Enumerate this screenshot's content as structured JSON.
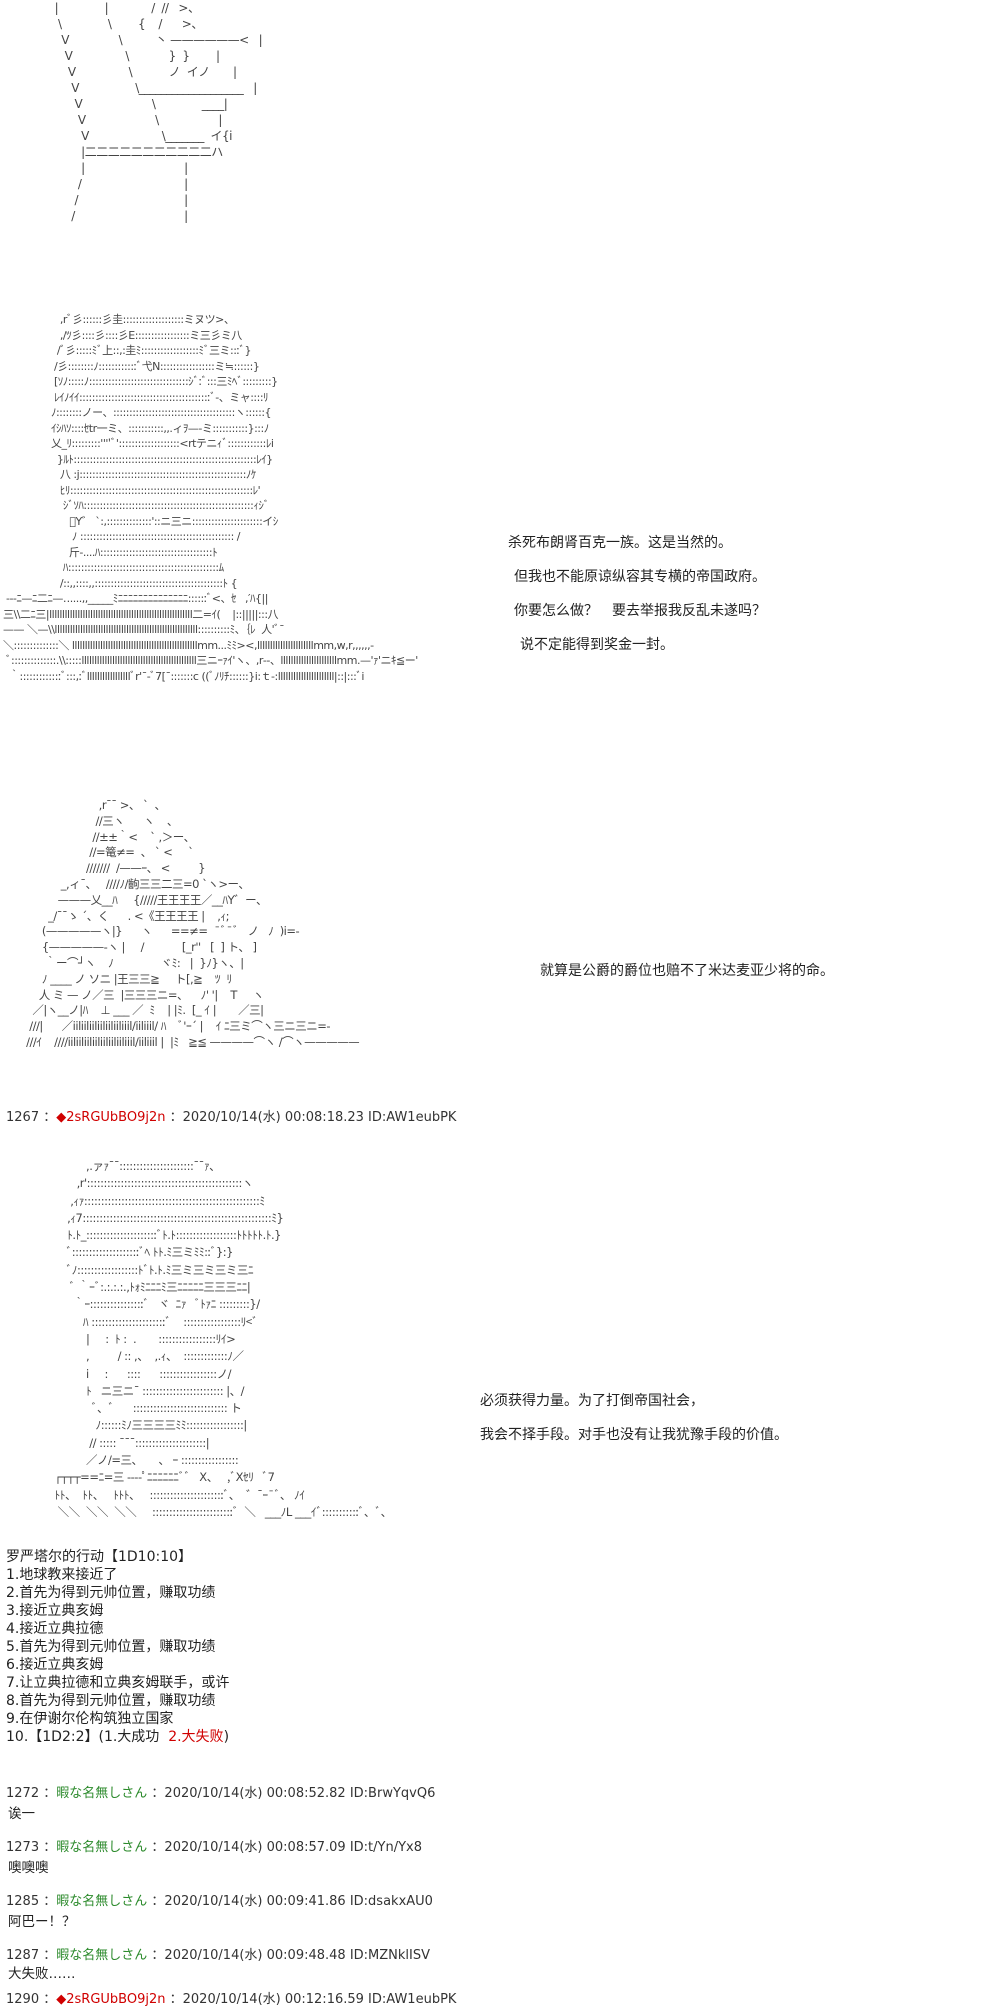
{
  "art": {
    "panel1": "  |              |             /  //   >、\n   \\              \\        {    /      >、\n    V               \\          丶 ——————<   |\n     V                \\            }  }        |\n      V                \\           ノ  イノ       |\n       V                 \\___________________   |\n        V                     \\              ____|\n         V                     \\                  |\n          V                      \\_______  イ{i\n          |二二二二二二二二二二二ハ\n          |                              |\n         /                               |\n        /                                |\n       /                                 |",
    "panel2": "                    ,rﾞ彡::::::彡圭:::::::::::::::::::ミヌツ>、\n                    ,/ﾂ彡::::彡::::彡Ε:::::::::::::::::ミ三彡ミ八\n                   /ﾞ彡:::::ﾐﾞ上::,:圭ﾐ::::::::::::::::::ﾐﾞ三ミ:::ﾞ}\n                  /彡::::::::ﾉ::::::::::::ﾞ弋Ν:::::::::::::::::ミ≒::::::}\n                  [ｿﾉ:::::ﾉ:::::::::::::::::::::::::::::::ｼﾞ:ﾞ:::三ﾐﾍﾞ:::::::::}\n                  ﾚｲﾉｲｲ:::::::::::::::::::::::::::::::::::::::::ﾞ-、ミャ::::ﾘ\n                 ﾉ::::::::ノー、::::::::::::::::::::::::::::::::::::::ヽ::::::{\n                 ｲｼﾊｿ::::ｾtr一ミ、:::::::::::,,.ィｦ—‐ミ:::::::::::}:::ﾉ\n                 乂_ﾘ:::::::::''''ﾞ':::::::::::::::::::<rtテニｨﾞ::::::::::::ﾚi\n                   }ﾙﾄ:::::::::::::::::::::::::::::::::::::::::::::::::::::::::ﾚｲ}\n                    八 :j::::::::::::::::::::::::::::::::::::::::::::::::::::ﾉｹ\n                    ﾋﾘ:::::::::::::::::::::::::::::::::::::::::::::::::::::::::ﾚ'\n                     ｼﾞｿﾊ:::::::::::::::::::::::::::::::::::::::::::::::::::::ｨｼﾞ\n                       ﾞY゛ `:,::::::::::::::'::ニ三ニ::::::::::::::::::::::イｼ\n                        ﾉ :::::::::::::::::::::::::::::::::::::::::::::::: /\n                       斤-....ﾊ:::::::::::::::::::::::::::::::::::ﾄ\n                     ﾊ:::::::::::::::::::::::::::::::::::::::::::::::ﾑ\n                    /::,,::::,,::::::::::::::::::::::::::::::::::::::::ﾄ {\n  ---ﾆ—ﾆ二ﾆ—‥....,,_____ﾐﾆﾆﾆﾆﾆﾆﾆﾆﾆﾆﾆﾆﾆﾆ::::::ﾞ<、ｾ   ,′ﾊ{||\n 三\\\\二ﾆ三|llllllllllllllllllllllllllllllllllllllllllllllllllllllll二=ｲ(    |::|||||:::八\n —— ＼—\\\\llllllllllllllllllllllllllllllllllllllllllllllllllllllll::::::::::ﾐ、｛ﾚ  人'ﾞ¯\n ＼::::::::::::::＼ lllllllllllllllllllllllllllllllllllllllllllllllllmm...ﾐﾐ><,llllllllllllllllllllllmm,w,r,,,,,,-\n  ﾞ::::::::::::::.\\\\:::::lllllllllllllllllllllllllllllllllllllllllllll三ニｰｧｲ'ヽ、,r‐-、llllllllllllllllllllllmm.—'ｧ'ニｷ≦ー'\n   ｀:::::::::::::ﾞ:::,:ﾞlllllllllllllllllﾞr'¯‐ﾞ7[¯:::::::c ((ﾞﾉﾘﾁ::::::}i:ｔ-:llllllllllllllllllllll|::|:::ﾞi",
    "panel3": "                              ,r¯¯ >、 `  、\n                             //三ヽ      ヽ    、\n                            //±±｀<    ` ,＞ー、\n                           //=篭≠=  、 ` <     `\n                          ///////  /——ｰ、 <         }\n                  _,ィ¯、   ////ﾉ/齣三三二三=0 `ヽ>ー、\n                 ———乂__ﾊ     {/////王王王王／__ﾊY゛ー、\n              _/¯¯ゝ ´、く      . <《王王王王 |    ,ｨ;\n            (—————ヽ|}      ヽ      ==≠=  ¯ﾞ¯ﾞ   ノ   ﾉ  )i=-\n            {—————-ヽ |     /            [_r''   [  ] ト、 ]\n             ｀ー⌒┘ヽ    ﾉ               ヾﾐ:   |  }ﾉ}ヽ、|\n            ﾉ ____ ノ ソニ |王三三≧     ト[,≧    ﾂ  ﾘ\n           人 ミ — ノ／三  |三三三ニ=、    ﾉ' '|    T     ヽ\n         ／|ヽ__ノ|ﾊ    ⊥ ___ ／  ﾐ    | |ﾐ.  [_ ｲ |       ／三|\n        ///|      ／iiliiliiliiliiliiliiil/iiliiil/ ﾊ    ﾞ'ｰ´ |    ｲ ﾆ三ミ⌒ヽ三ニ三ニ=-\n       ///ｲ    ////iiliiliiliiliiliiliiliiil/iiliiil |  |ﾐ   ≧≦ ————⌒ヽ /⌒ヽ—————\n",
    "panel4": "                          ,.ァｧ¯¯::::::::::::::::::::::¯¯ｧ、\n                       ,r'::::::::::::::::::::::::::::::::::::::::::::::ヽ\n                     ,ｨｧ::::::::::::::::::::::::::::::::::::::::::::::::::::ﾐ\n                    ,ｨ7::::::::::::::::::::::::::::::::::::::::::::::::::::::::ﾐ}\n                    ﾄ.ﾄ_:::::::::::::::::::::ﾞﾄ.ﾄ::::::::::::::::::ﾄﾄﾄﾄﾄ.ﾄ.}\n                    ﾞ::::::::::::::::::::ﾞﾍ ﾄﾄ.ﾐ三ミﾐﾐ::ﾞ}:}\n                    ﾞﾉ::::::::::::::::::ﾄﾞﾄ.ﾄ.ﾐ三ミ三ミ三ミ三ﾆ\n                     ﾞ ｀ｰﾞ:.:.:.:.,ﾄｫﾐﾆﾆﾆﾐ三ﾆﾆﾆﾆﾆ三三三ﾆﾆ|\n                      ｀ｰ::::::::::::::::ﾞ   ヾ  ﾆｧ   ﾞﾄｧﾆ :::::::::}/\n                         ﾊ ::::::::::::::::::::::ﾞ    :::::::::::::::::ﾘ<ﾞ\n                          |     :  ﾄ :  .       :::::::::::::::::ﾘｲ>\n                          ,         / :: ,、  ,.ｨ、  :::::::::::::ﾉ／\n                          i     :      ::::      :::::::::::::::::ノ/\n                          ﾄ   ニ三ニ¯ :::::::::::::::::::::::: |、/\n                            ﾞ、ﾞ      :::::::::::::::::::::::::::: ト\n                             ﾉ::::::ﾐﾉ三三三三ﾐﾐ:::::::::::::::::|\n                           // ::::: ¯¯¯:::::::::::::::::::::|\n                          ／ノ/=三、     、 ｰ :::::::::::::::::\n                ┌┬┬┬==ﾆ=三 ----ﾟﾆﾆﾆﾆﾆﾆﾞﾞ   X、   ,ﾞXｾﾘ   ﾞ7\n                ﾄﾄ、  ﾄﾄ、   ﾄﾄﾄ、   ::::::::::::::::::::::ﾞ、  ゛¯ｰ¯ﾞ、 ﾉｲ\n                 ＼＼  ＼＼  ＼＼     ::::::::::::::::::::::::ﾞ  ＼   ___ﾉL ___ｲﾞ:::::::::::ﾞ、ﾞ、"
  },
  "dialogs": {
    "panel2": [
      "杀死布朗肾百克一族。这是当然的。",
      "但我也不能原谅纵容其专横的帝国政府。",
      "你要怎么做？　要去举报我反乱未遂吗？",
      "说不定能得到奖金一封。"
    ],
    "panel3": [
      "就算是公爵的爵位也赔不了米达麦亚少将的命。"
    ],
    "panel4": [
      "必须获得力量。为了打倒帝国社会，",
      "我会不择手段。对手也没有让我犹豫手段的价值。"
    ]
  },
  "posts": {
    "p1267": {
      "num": "1267",
      "trip": "2sRGUbBO9j2n",
      "date": "2020/10/14(水) 00:08:18.23",
      "id": "ID:AW1eubPK"
    },
    "p1272": {
      "num": "1272",
      "name": "暇な名無しさん",
      "date": "2020/10/14(水) 00:08:52.82",
      "id": "ID:BrwYqvQ6",
      "body": "诶一"
    },
    "p1273": {
      "num": "1273",
      "name": "暇な名無しさん",
      "date": "2020/10/14(水) 00:08:57.09",
      "id": "ID:t/Yn/Yx8",
      "body": "噢噢噢"
    },
    "p1285": {
      "num": "1285",
      "name": "暇な名無しさん",
      "date": "2020/10/14(水) 00:09:41.86",
      "id": "ID:dsakxAU0",
      "body": "阿巴ー！？"
    },
    "p1287": {
      "num": "1287",
      "name": "暇な名無しさん",
      "date": "2020/10/14(水) 00:09:48.48",
      "id": "ID:MZNklISV",
      "body": "大失败……"
    },
    "p1290": {
      "num": "1290",
      "trip": "2sRGUbBO9j2n",
      "date": "2020/10/14(水) 00:12:16.59",
      "id": "ID:AW1eubPK"
    }
  },
  "sep": "：",
  "vote": {
    "title": "罗严塔尔的行动【1D10:10】",
    "options": [
      "1.地球教来接近了",
      "2.首先为得到元帅位置，赚取功绩",
      "3.接近立典亥姆",
      "4.接近立典拉德",
      "5.首先为得到元帅位置，赚取功绩",
      "6.接近立典亥姆",
      "7.让立典拉德和立典亥姆联手，或许",
      "8.首先为得到元帅位置，赚取功绩",
      "9.在伊谢尔伦构筑独立国家"
    ],
    "last_prefix": "10.【1D2:2】(1.大成功  ",
    "last_highlight": "2.大失败",
    "last_suffix": ")"
  },
  "colors": {
    "trip": "#d00000",
    "anon_name": "#2b8a2b",
    "highlight": "#d00000"
  }
}
